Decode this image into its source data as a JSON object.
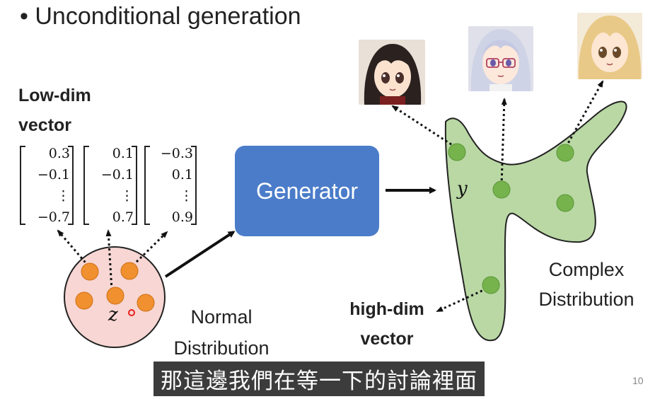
{
  "title": "• Unconditional generation",
  "low_dim_label": [
    "Low-dim",
    "vector"
  ],
  "vectors": [
    [
      "0.3",
      "−0.1",
      "⋮",
      "−0.7"
    ],
    [
      "0.1",
      "−0.1",
      "⋮",
      "0.7"
    ],
    [
      "−0.3",
      "0.1",
      "⋮",
      "0.9"
    ]
  ],
  "generator_label": "Generator",
  "z_label": "z",
  "y_label": "y",
  "normal_label": [
    "Normal",
    "Distribution"
  ],
  "complex_label": [
    "Complex",
    "Distribution"
  ],
  "high_dim_label": [
    "high-dim",
    "vector"
  ],
  "subtitle": "那這邊我們在等一下的討論裡面",
  "page_number": "10",
  "colors": {
    "generator_fill": "#4a7cc9",
    "normal_fill": "#f7d6d3",
    "normal_dot": "#f0902f",
    "complex_fill": "#b9d8a4",
    "complex_dot": "#76b34d"
  },
  "face_icons": [
    "anime-girl-dark-hair-icon",
    "anime-girl-glasses-icon",
    "anime-girl-blonde-icon"
  ]
}
